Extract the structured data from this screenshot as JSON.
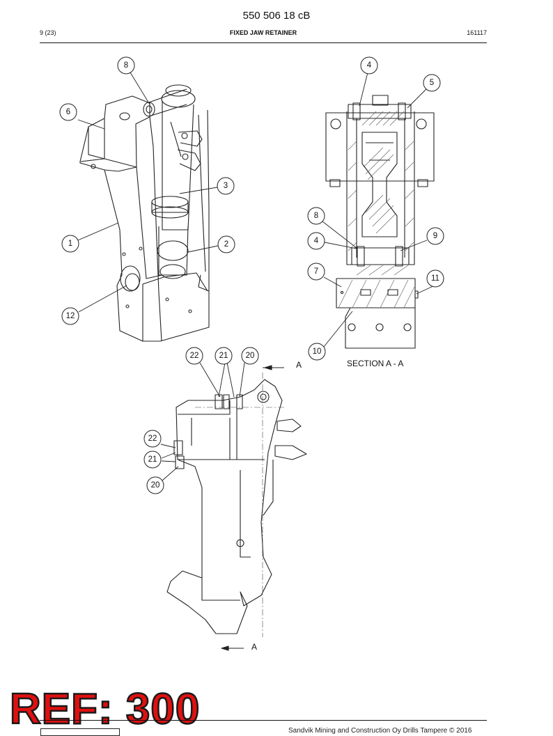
{
  "header": {
    "doc_number": "550 506 18 cB",
    "page": "9 (23)",
    "title": "FIXED JAW RETAINER",
    "date": "161117"
  },
  "callouts": {
    "c1": "1",
    "c2": "2",
    "c3": "3",
    "c6": "6",
    "c8": "8",
    "c12": "12",
    "s4a": "4",
    "s5": "5",
    "s8": "8",
    "s4b": "4",
    "s9": "9",
    "s7": "7",
    "s11": "11",
    "s10": "10",
    "b22a": "22",
    "b21": "21",
    "b20a": "20",
    "b22b": "22",
    "b21b": "21",
    "b20b": "20"
  },
  "section_label": "SECTION  A - A",
  "section_marker_top": "A",
  "section_marker_bottom": "A",
  "stamp": "REF: 300",
  "footer": {
    "copyright": "Sandvik Mining and Construction Oy Drills Tampere © 2016"
  }
}
